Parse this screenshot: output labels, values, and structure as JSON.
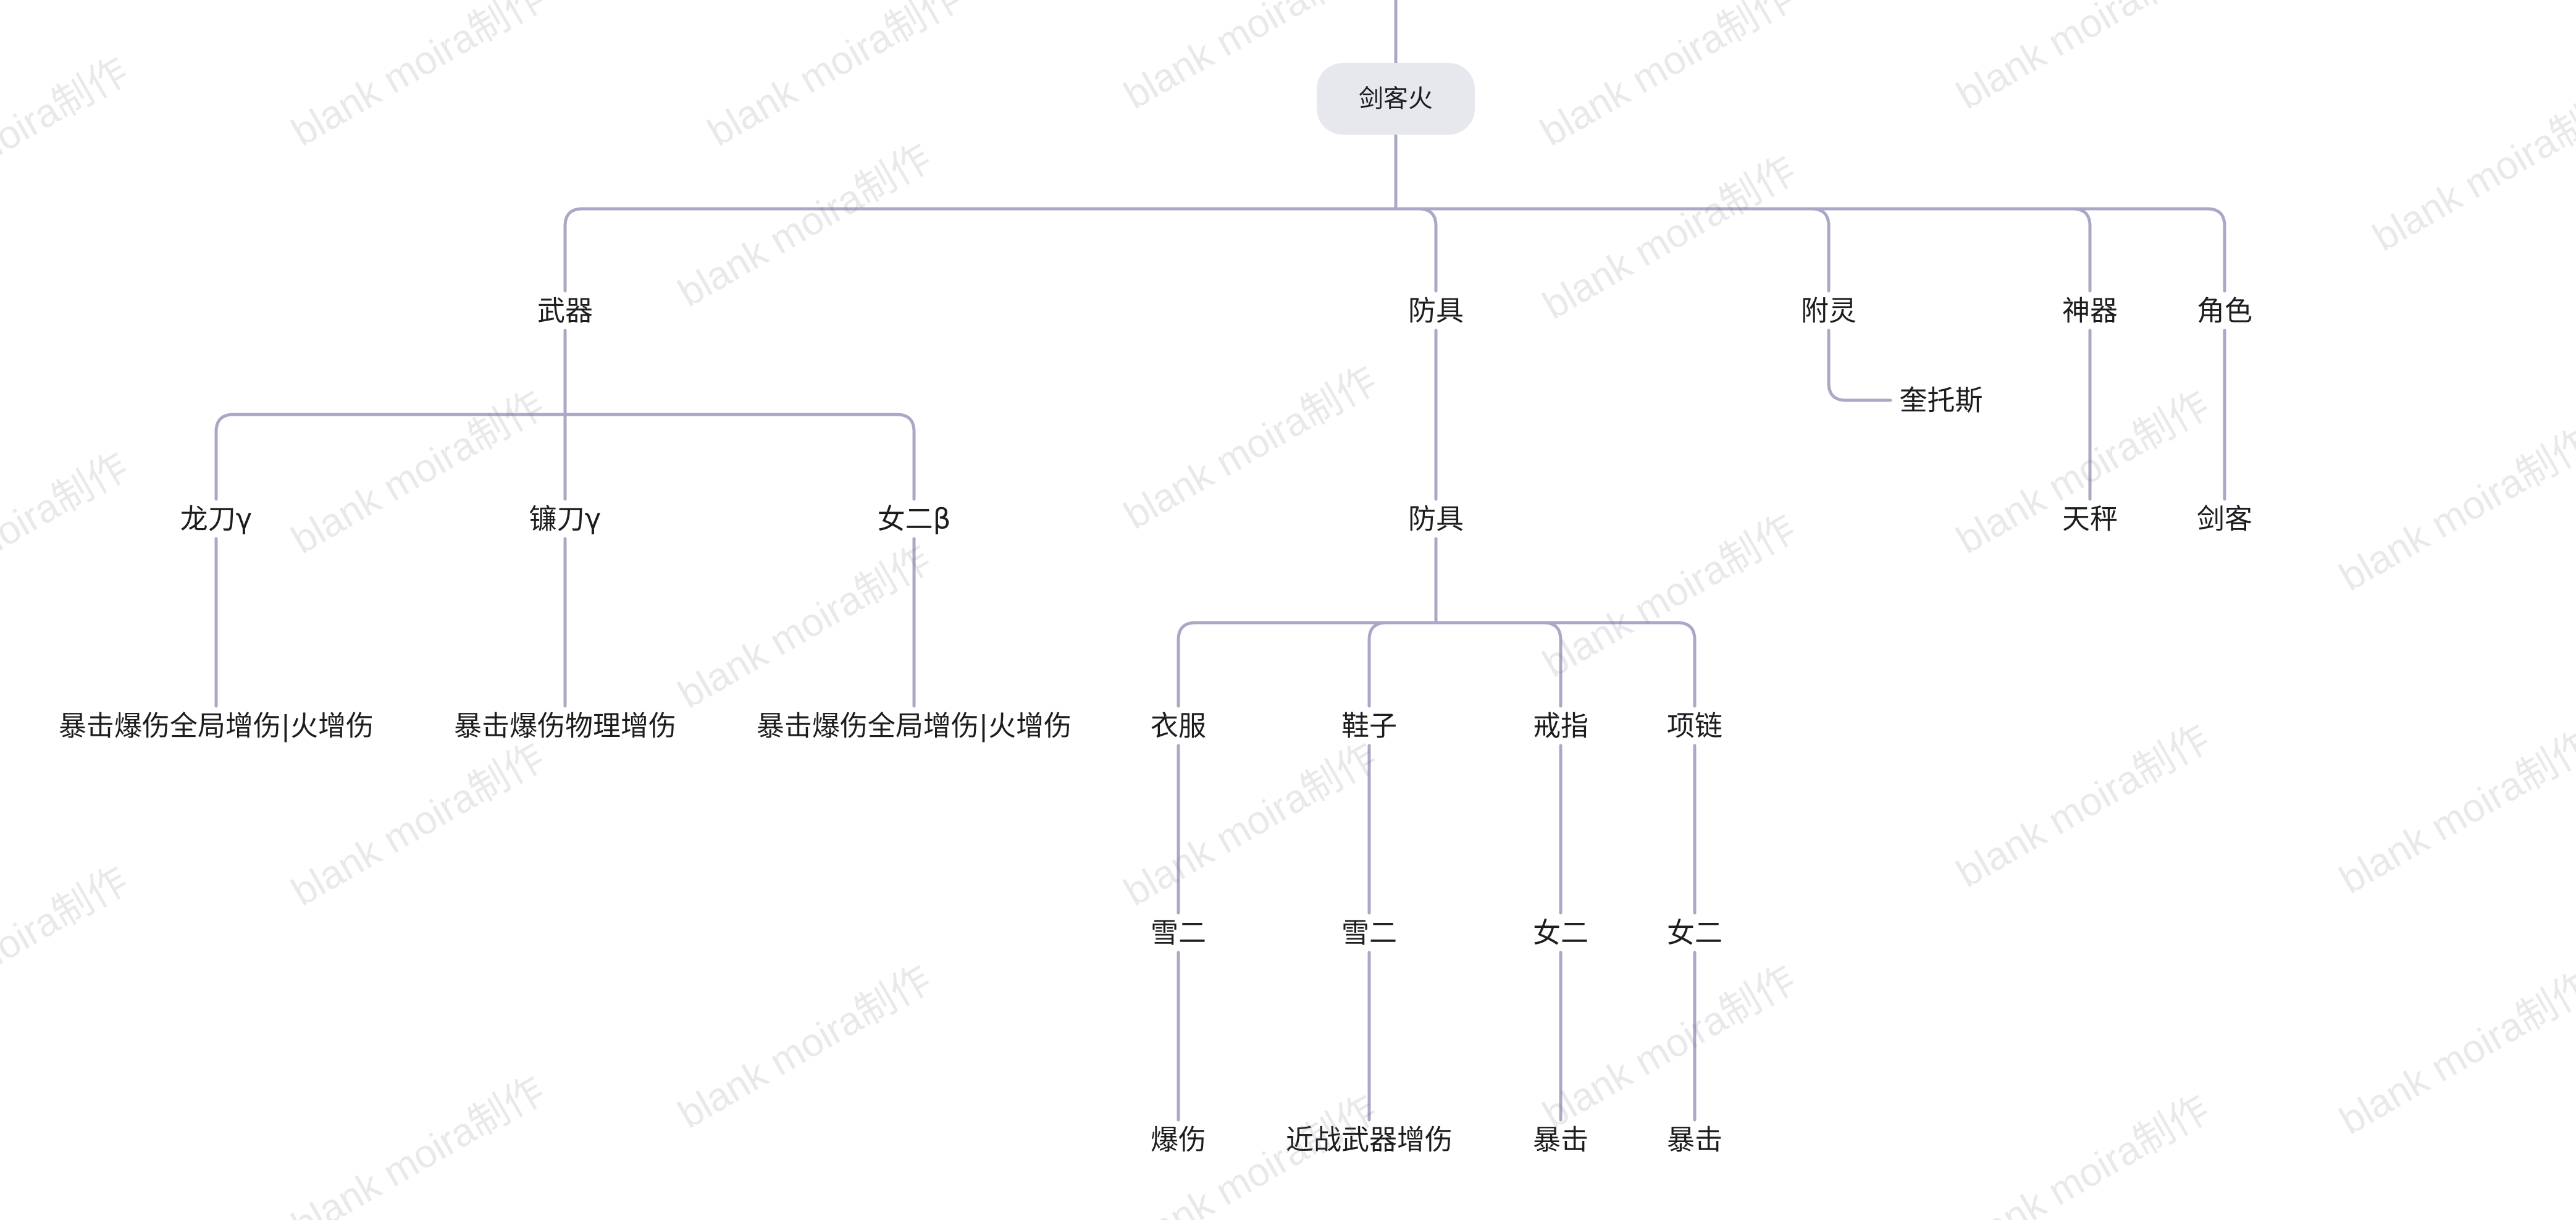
{
  "colors": {
    "line": "#a9a8c6",
    "root_bg": "#e7e8ee",
    "text": "#1d1d1f"
  },
  "root": {
    "id": "root",
    "label": "剑客火"
  },
  "nodes": [
    {
      "id": "weapon",
      "label": "武器",
      "parent": "root"
    },
    {
      "id": "armor",
      "label": "防具",
      "parent": "root"
    },
    {
      "id": "enchant",
      "label": "附灵",
      "parent": "root"
    },
    {
      "id": "artifact",
      "label": "神器",
      "parent": "root"
    },
    {
      "id": "role",
      "label": "角色",
      "parent": "root"
    },
    {
      "id": "w1",
      "label": "龙刀γ",
      "parent": "weapon"
    },
    {
      "id": "w2",
      "label": "镰刀γ",
      "parent": "weapon"
    },
    {
      "id": "w3",
      "label": "女二β",
      "parent": "weapon"
    },
    {
      "id": "w1a",
      "label": "暴击爆伤全局增伤|火增伤",
      "parent": "w1"
    },
    {
      "id": "w2a",
      "label": "暴击爆伤物理增伤",
      "parent": "w2"
    },
    {
      "id": "w3a",
      "label": "暴击爆伤全局增伤|火增伤",
      "parent": "w3"
    },
    {
      "id": "armor2",
      "label": "防具",
      "parent": "armor"
    },
    {
      "id": "a1",
      "label": "衣服",
      "parent": "armor2"
    },
    {
      "id": "a2",
      "label": "鞋子",
      "parent": "armor2"
    },
    {
      "id": "a3",
      "label": "戒指",
      "parent": "armor2"
    },
    {
      "id": "a4",
      "label": "项链",
      "parent": "armor2"
    },
    {
      "id": "a1a",
      "label": "雪二",
      "parent": "a1"
    },
    {
      "id": "a2a",
      "label": "雪二",
      "parent": "a2"
    },
    {
      "id": "a3a",
      "label": "女二",
      "parent": "a3"
    },
    {
      "id": "a4a",
      "label": "女二",
      "parent": "a4"
    },
    {
      "id": "a1b",
      "label": "爆伤",
      "parent": "a1a"
    },
    {
      "id": "a2b",
      "label": "近战武器增伤",
      "parent": "a2a"
    },
    {
      "id": "a3b",
      "label": "暴击",
      "parent": "a3a"
    },
    {
      "id": "a4b",
      "label": "暴击",
      "parent": "a4a"
    },
    {
      "id": "e1",
      "label": "奎托斯",
      "parent": "enchant"
    },
    {
      "id": "art1",
      "label": "天秤",
      "parent": "artifact"
    },
    {
      "id": "r1",
      "label": "剑客",
      "parent": "role"
    }
  ],
  "watermark": "blank moira制作"
}
